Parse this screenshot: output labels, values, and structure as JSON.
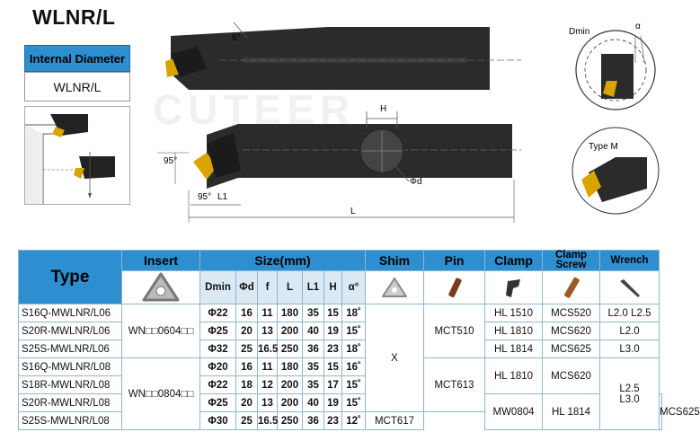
{
  "header": {
    "title": "WLNR/L",
    "section_label": "Internal Diameter",
    "sub_label": "WLNR/L"
  },
  "drawing": {
    "angle_top": "6°",
    "angle_95_a": "95°",
    "angle_95_b": "95°",
    "dim_L1": "L1",
    "dim_L": "L",
    "dim_H": "H",
    "dim_d": "Φd",
    "dim_dmin": "Dmin",
    "dim_alpha": "α",
    "type_m": "Type M",
    "watermark": "CUTEER"
  },
  "table": {
    "headers": {
      "type": "Type",
      "insert": "Insert",
      "size": "Size(mm)",
      "shim": "Shim",
      "pin": "Pin",
      "clamp": "Clamp",
      "clamp_screw": "Clamp Screw",
      "wrench": "Wrench"
    },
    "subheaders": [
      "Dmin",
      "Φd",
      "f",
      "L",
      "L1",
      "H",
      "α°"
    ],
    "rows": [
      {
        "type": "S16Q-MWLNR/L06",
        "dmin": "Φ22",
        "d": "16",
        "f": "11",
        "L": "180",
        "L1": "35",
        "H": "15",
        "a": "18˚"
      },
      {
        "type": "S20R-MWLNR/L06",
        "dmin": "Φ25",
        "d": "20",
        "f": "13",
        "L": "200",
        "L1": "40",
        "H": "19",
        "a": "15˚"
      },
      {
        "type": "S25S-MWLNR/L06",
        "dmin": "Φ32",
        "d": "25",
        "f": "16.5",
        "L": "250",
        "L1": "36",
        "H": "23",
        "a": "18˚"
      },
      {
        "type": "S16Q-MWLNR/L08",
        "dmin": "Φ20",
        "d": "16",
        "f": "11",
        "L": "180",
        "L1": "35",
        "H": "15",
        "a": "16˚"
      },
      {
        "type": "S18R-MWLNR/L08",
        "dmin": "Φ22",
        "d": "18",
        "f": "12",
        "L": "200",
        "L1": "35",
        "H": "17",
        "a": "15˚"
      },
      {
        "type": "S20R-MWLNR/L08",
        "dmin": "Φ25",
        "d": "20",
        "f": "13",
        "L": "200",
        "L1": "40",
        "H": "19",
        "a": "15˚"
      },
      {
        "type": "S25S-MWLNR/L08",
        "dmin": "Φ30",
        "d": "25",
        "f": "16.5",
        "L": "250",
        "L1": "36",
        "H": "23",
        "a": "12˚"
      }
    ],
    "insert_06": "WN□□0604□□",
    "insert_08": "WN□□0804□□",
    "shim_x": "X",
    "shim_mw": "MW0804",
    "pin_510": "MCT510",
    "pin_613": "MCT613",
    "pin_617": "MCT617",
    "clamps": [
      "HL 1510",
      "HL 1810",
      "HL 1814",
      "HL 1810",
      "HL 1814"
    ],
    "screws": [
      "MCS520",
      "MCS620",
      "MCS625",
      "MCS620",
      "MCS625"
    ],
    "wrench_1": "L2.0 L2.5",
    "wrench_2": "L2.0",
    "wrench_3": "L3.0",
    "wrench_4": "L2.5",
    "wrench_5": "L3.0"
  }
}
